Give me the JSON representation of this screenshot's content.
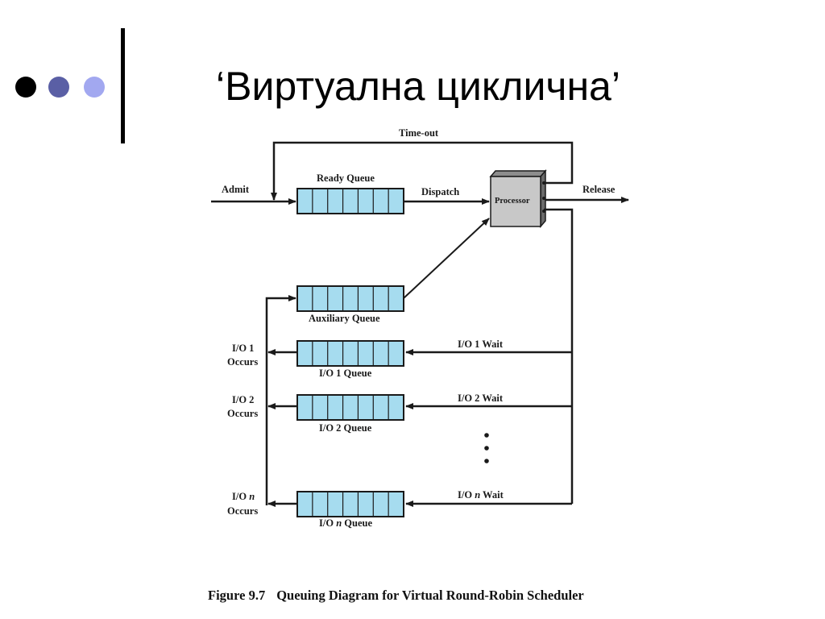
{
  "title": "‘Виртуална циклична’",
  "bullet_colors": [
    "#000000",
    "#5a5fa5",
    "#a2a8f0"
  ],
  "queue_color": "#a6dcef",
  "processor_color": "#c8c8c8",
  "diagram": {
    "labels": {
      "timeout": "Time-out",
      "admit": "Admit",
      "ready_queue": "Ready Queue",
      "dispatch": "Dispatch",
      "processor": "Processor",
      "release": "Release",
      "aux_queue": "Auxiliary Queue",
      "io1_occurs_1": "I/O 1",
      "io1_occurs_2": "Occurs",
      "io1_queue": "I/O 1 Queue",
      "io1_wait": "I/O 1 Wait",
      "io2_occurs_1": "I/O 2",
      "io2_occurs_2": "Occurs",
      "io2_queue": "I/O 2 Queue",
      "io2_wait": "I/O 2 Wait",
      "ion_occurs_1": "I/O n",
      "ion_occurs_2": "Occurs",
      "ion_queue": "I/O n Queue",
      "ion_wait": "I/O n Wait"
    }
  },
  "caption": {
    "number": "Figure 9.7",
    "text": "Queuing Diagram for Virtual Round-Robin Scheduler"
  }
}
